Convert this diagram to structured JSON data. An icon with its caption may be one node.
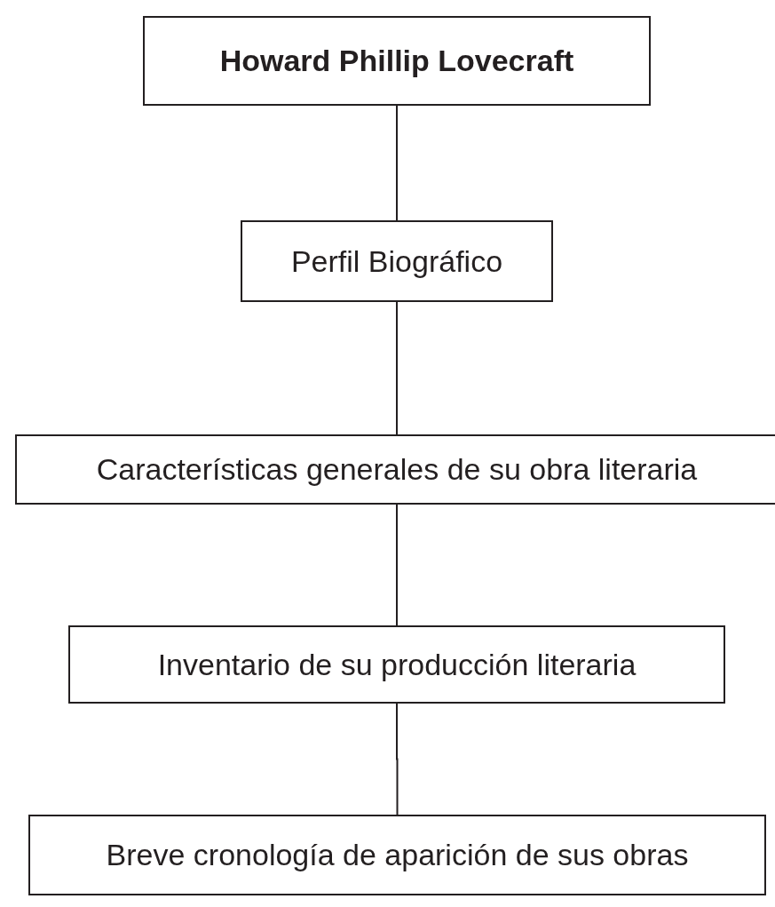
{
  "diagram": {
    "nodes": [
      {
        "text": [
          "Howard Phillip Lovecraft"
        ]
      },
      {
        "text": [
          "Perfil Biográfico"
        ]
      },
      {
        "text": [
          "Características generales de su obra literaria"
        ]
      },
      {
        "text": [
          "Inventario de su producción literaria"
        ]
      },
      {
        "text": [
          "Breve cronología de aparición de sus obras"
        ]
      }
    ],
    "edges": [
      {
        "from": 0,
        "to": 1,
        "arrow": "none"
      },
      {
        "from": 1,
        "to": 2,
        "arrow": "none"
      },
      {
        "from": 2,
        "to": 3,
        "arrow": "none"
      },
      {
        "from": 3,
        "to": 4,
        "arrow": "none"
      }
    ]
  }
}
